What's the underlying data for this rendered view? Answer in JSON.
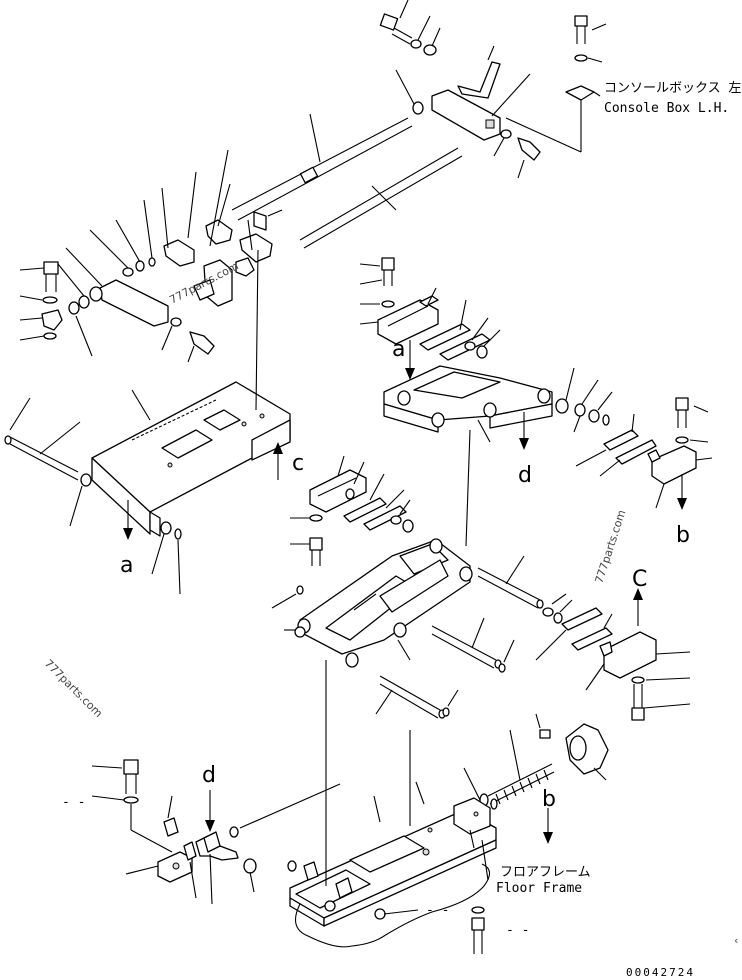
{
  "labels": {
    "console_box_jp": "コンソールボックス 左",
    "console_box_en": "Console Box L.H.",
    "floor_frame_jp": "フロアフレーム",
    "floor_frame_en": "Floor Frame",
    "doc_code": "00042724"
  },
  "callouts": {
    "a_upper": "a",
    "a_lower": "a",
    "b_upper": "b",
    "b_lower": "b",
    "c_left": "c",
    "c_right": "C",
    "d_upper": "d",
    "d_lower": "d"
  },
  "watermarks": [
    "777parts.com",
    "777parts.com",
    "777parts.com"
  ],
  "dashes": [
    "- -",
    "- -",
    "- -"
  ]
}
